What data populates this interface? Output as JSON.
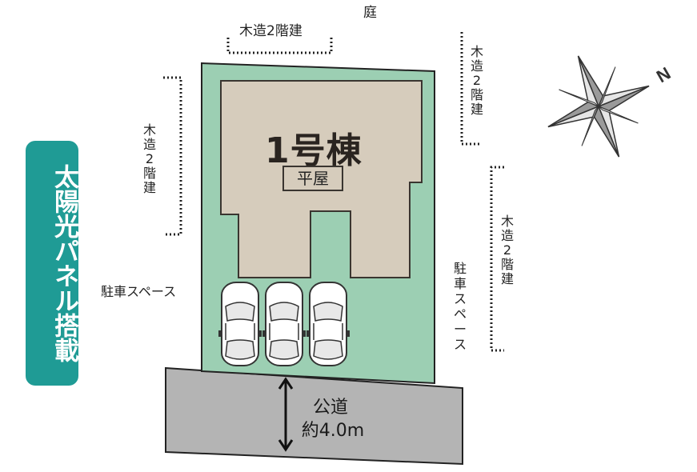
{
  "garden_label": "庭",
  "neighbors": {
    "top": "木造2階建",
    "left": "木造2階建",
    "right_top": "木造2階建",
    "right_bottom": "木造2階建"
  },
  "building": {
    "name": "1号棟",
    "type": "平屋"
  },
  "parking": {
    "left_label": "駐車スペース",
    "right_label": "駐車スペース",
    "car_count": 3
  },
  "road": {
    "name": "公道",
    "width": "約4.0m"
  },
  "solar_badge": "太陽光パネル搭載",
  "compass": {
    "north_label": "N"
  },
  "colors": {
    "lot_green": "#9ccfb3",
    "building_tan": "#d6ccbc",
    "road_gray": "#b4b4b4",
    "badge_teal": "#1f9b95"
  }
}
